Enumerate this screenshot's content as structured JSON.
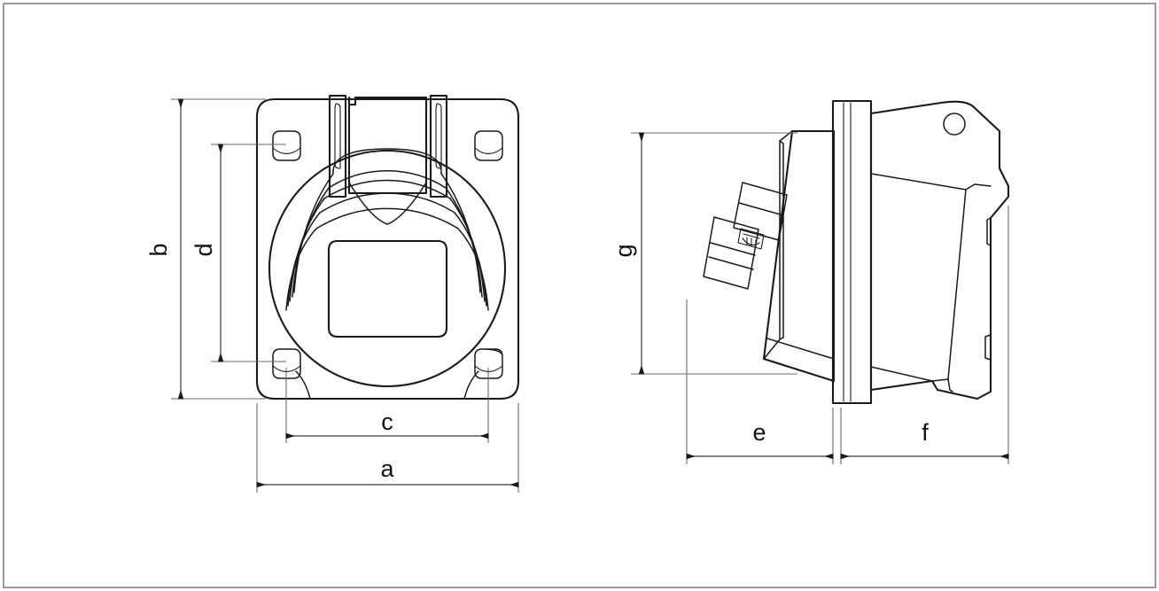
{
  "drawing": {
    "title": "Industrial socket outlet - dimensional drawing",
    "background_color": "#ffffff",
    "line_color": "#1a1a1a",
    "border_color": "#9a9a9a",
    "views": [
      {
        "name": "front-view",
        "description": "front elevation of flush mounting socket with hinged lid"
      },
      {
        "name": "side-view",
        "description": "angled side elevation of flush mounting socket"
      }
    ]
  },
  "dimensions": {
    "a": {
      "label": "a",
      "view": "front-view",
      "orientation": "horizontal",
      "note": "overall width of mounting flange"
    },
    "b": {
      "label": "b",
      "view": "front-view",
      "orientation": "vertical",
      "note": "overall height of mounting flange"
    },
    "c": {
      "label": "c",
      "view": "front-view",
      "orientation": "horizontal",
      "note": "fixing hole centres horizontal pitch"
    },
    "d": {
      "label": "d",
      "view": "front-view",
      "orientation": "vertical",
      "note": "fixing hole centres vertical pitch"
    },
    "e": {
      "label": "e",
      "view": "side-view",
      "orientation": "horizontal",
      "note": "depth behind mounting plane"
    },
    "f": {
      "label": "f",
      "view": "side-view",
      "orientation": "horizontal",
      "note": "projection in front of mounting plane"
    },
    "g": {
      "label": "g",
      "view": "side-view",
      "orientation": "vertical",
      "note": "overall height in side view"
    }
  }
}
